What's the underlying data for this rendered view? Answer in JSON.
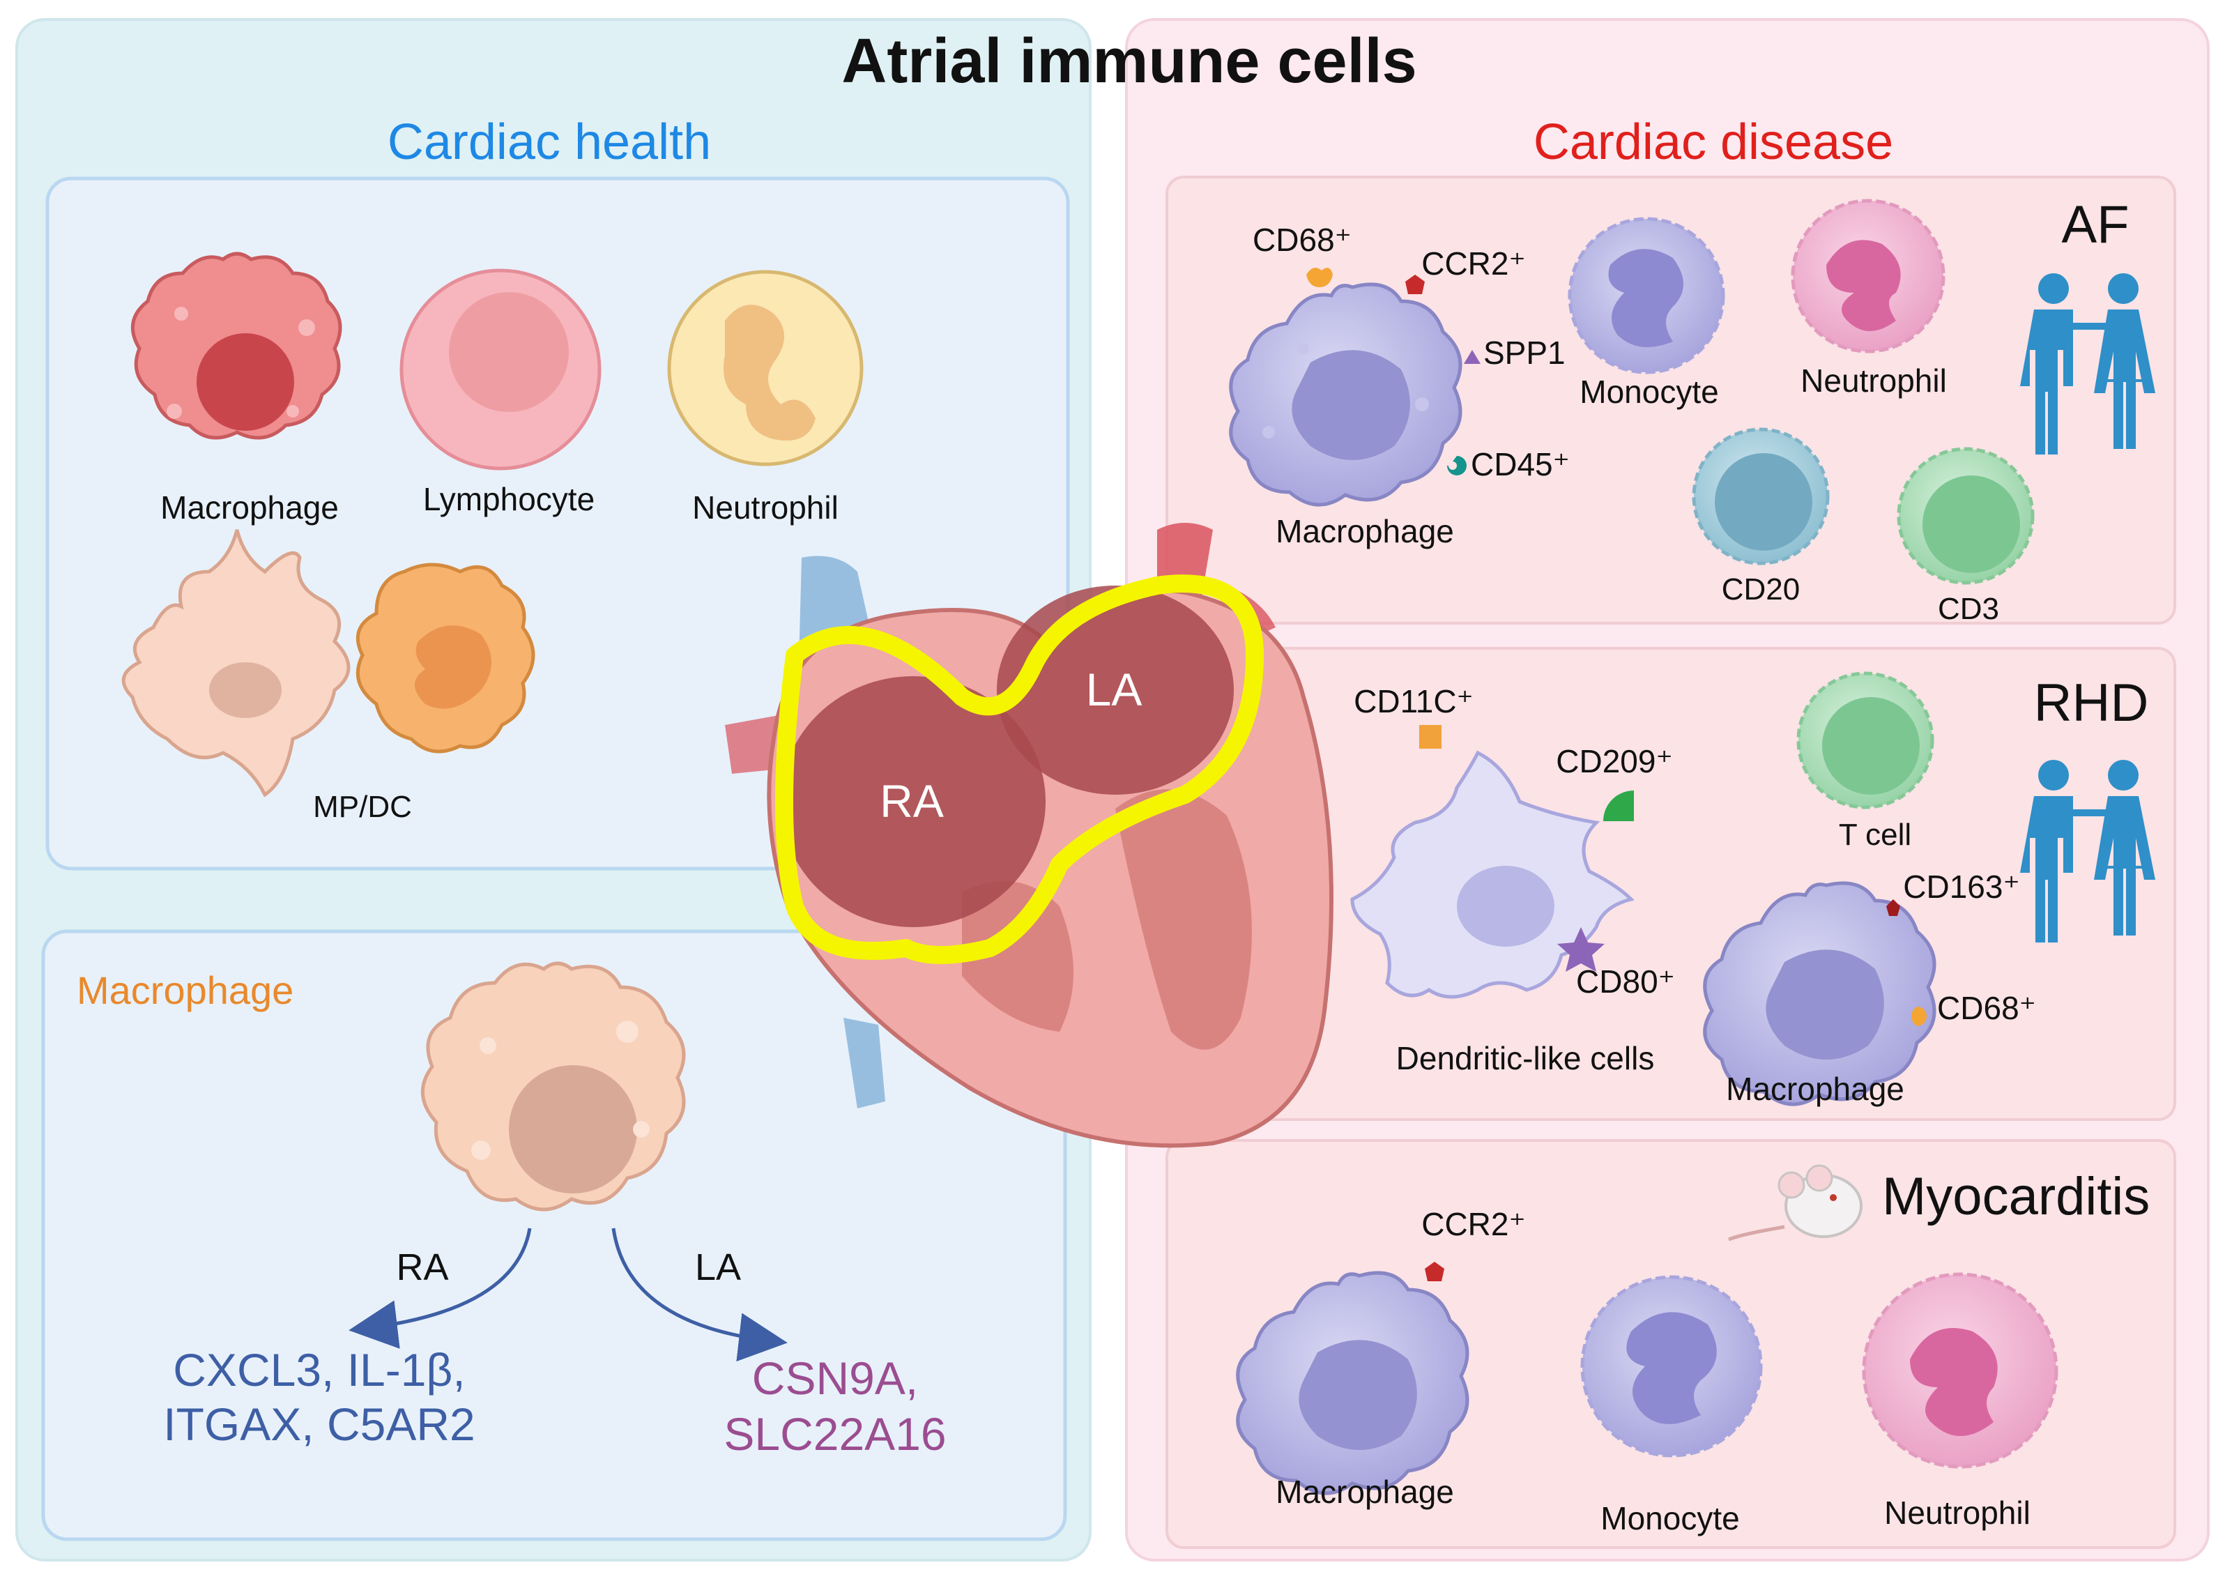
{
  "title": "Atrial immune cells",
  "health": {
    "heading": "Cardiac health",
    "cells": {
      "macrophage": "Macrophage",
      "lymphocyte": "Lymphocyte",
      "neutrophil": "Neutrophil",
      "mpdc": "MP/DC"
    },
    "macrophage_panel": {
      "heading": "Macrophage",
      "ra_label": "RA",
      "la_label": "LA",
      "ra_genes_line1": "CXCL3, IL-1β,",
      "ra_genes_line2": "ITGAX, C5AR2",
      "la_genes_line1": "CSN9A,",
      "la_genes_line2": "SLC22A16"
    }
  },
  "heart": {
    "ra": "RA",
    "la": "LA"
  },
  "disease": {
    "heading": "Cardiac disease",
    "af": {
      "name": "AF",
      "markers": {
        "cd68": "CD68⁺",
        "ccr2": "CCR2⁺",
        "spp1": "SPP1",
        "cd45": "CD45⁺"
      },
      "macrophage": "Macrophage",
      "monocyte": "Monocyte",
      "neutrophil": "Neutrophil",
      "cd20": "CD20",
      "cd3": "CD3"
    },
    "rhd": {
      "name": "RHD",
      "markers": {
        "cd11c": "CD11C⁺",
        "cd209": "CD209⁺",
        "cd80": "CD80⁺",
        "cd163": "CD163⁺",
        "cd68": "CD68⁺"
      },
      "dendritic": "Dendritic-like  cells",
      "tcell": "T cell",
      "macrophage": "Macrophage"
    },
    "myocarditis": {
      "name": "Myocarditis",
      "ccr2": "CCR2⁺",
      "macrophage": "Macrophage",
      "monocyte": "Monocyte",
      "neutrophil": "Neutrophil"
    }
  },
  "colors": {
    "health_heading": "#1e88e5",
    "disease_heading": "#e0201c",
    "macrophage_heading": "#e8892c",
    "ra_genes": "#3e5fa5",
    "la_genes": "#9b4d90",
    "atria_outline": "#f5f500",
    "people_icon": "#2f8fc8"
  }
}
